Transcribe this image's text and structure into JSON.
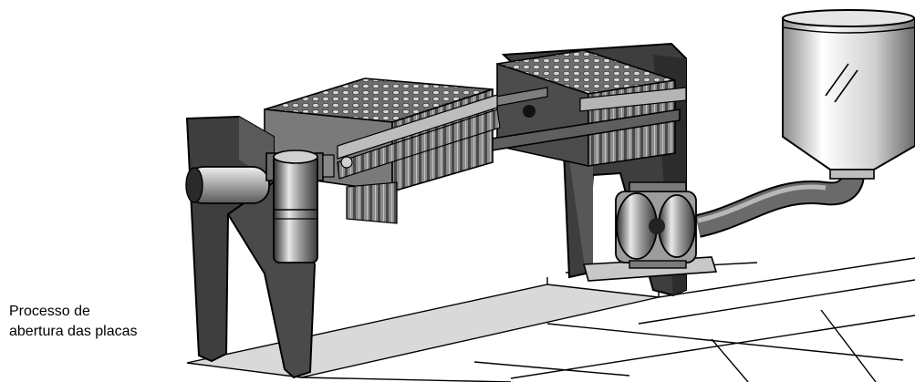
{
  "caption": {
    "line1": "Processo de",
    "line2": "abertura das placas"
  },
  "palette": {
    "frame_dark": "#3e3e3e",
    "frame_mid": "#5a5a5a",
    "plate_light": "#9a9a9a",
    "floor_shade": "#d8d8d8",
    "outline": "#000000"
  },
  "icons": [
    "filter-press",
    "hopper-tank",
    "diaphragm-pump",
    "floor-grid"
  ]
}
